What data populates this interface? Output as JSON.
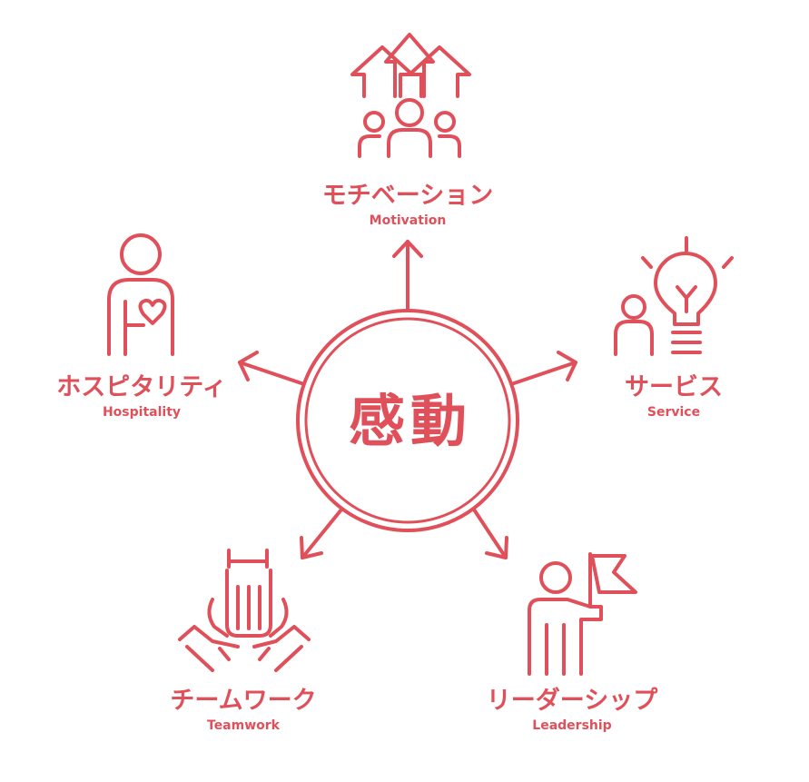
{
  "center": {
    "label": "感動"
  },
  "nodes": [
    {
      "id": "motivation",
      "label_ja": "モチベーション",
      "label_en": "Motivation",
      "icon": "rising-team-icon"
    },
    {
      "id": "service",
      "label_ja": "サービス",
      "label_en": "Service",
      "icon": "lightbulb-person-icon"
    },
    {
      "id": "leadership",
      "label_ja": "リーダーシップ",
      "label_en": "Leadership",
      "icon": "person-flag-icon"
    },
    {
      "id": "teamwork",
      "label_ja": "チームワーク",
      "label_en": "Teamwork",
      "icon": "stacked-hands-icon"
    },
    {
      "id": "hospitality",
      "label_ja": "ホスピタリティ",
      "label_en": "Hospitality",
      "icon": "heart-person-icon"
    }
  ],
  "colors": {
    "accent": "#e0505a",
    "background": "#ffffff"
  }
}
